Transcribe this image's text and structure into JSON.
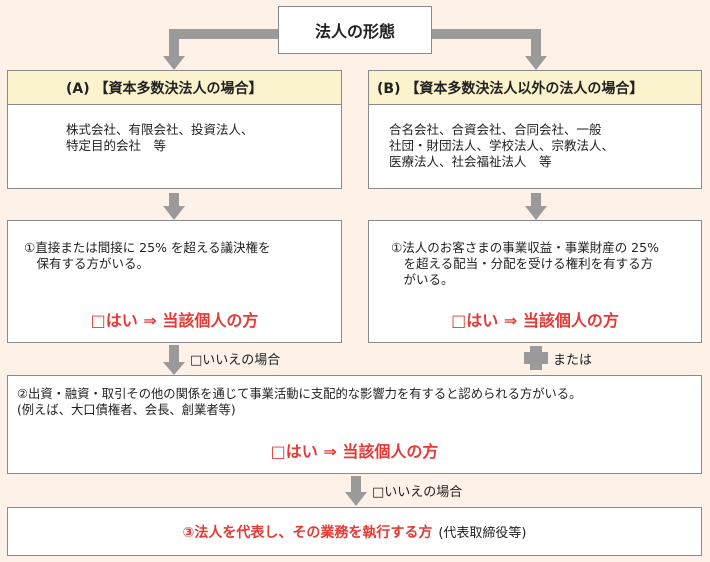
{
  "title": "法人の形態",
  "box_a": {
    "header": "(A) 【資本多数決法人の場合】",
    "body": "株式会社、有限会社、投資法人、\n特定目的会社　等"
  },
  "box_b": {
    "header": "(B) 【資本多数決法人以外の法人の場合】",
    "body": "合名会社、合資会社、合同会社、一般\n社団・財団法人、学校法人、宗教法人、\n医療法人、社会福祉法人　等"
  },
  "q1_a": {
    "text": "①直接または間接に 25% を超える議決権を\n　保有する方がいる。",
    "answer": "□はい ⇒ 当該個人の方"
  },
  "q1_b": {
    "text": "①法人のお客さまの事業収益・事業財産の 25%\n　を超える配当・分配を受ける権利を有する方\n　がいる。",
    "answer": "□はい ⇒ 当該個人の方"
  },
  "q2": {
    "text": "②出資・融資・取引その他の関係を通じて事業活動に支配的な影響力を有すると認められる方がいる。\n(例えば、大口債権者、会長、創業者等)",
    "answer": "□はい ⇒ 当該個人の方"
  },
  "q3": {
    "main": "③法人を代表し、その業務を執行する方",
    "suffix": "(代表取締役等)"
  },
  "connectors": {
    "no_label_1": "□いいえの場合",
    "or_label": "または",
    "no_label_2": "□いいえの場合"
  }
}
